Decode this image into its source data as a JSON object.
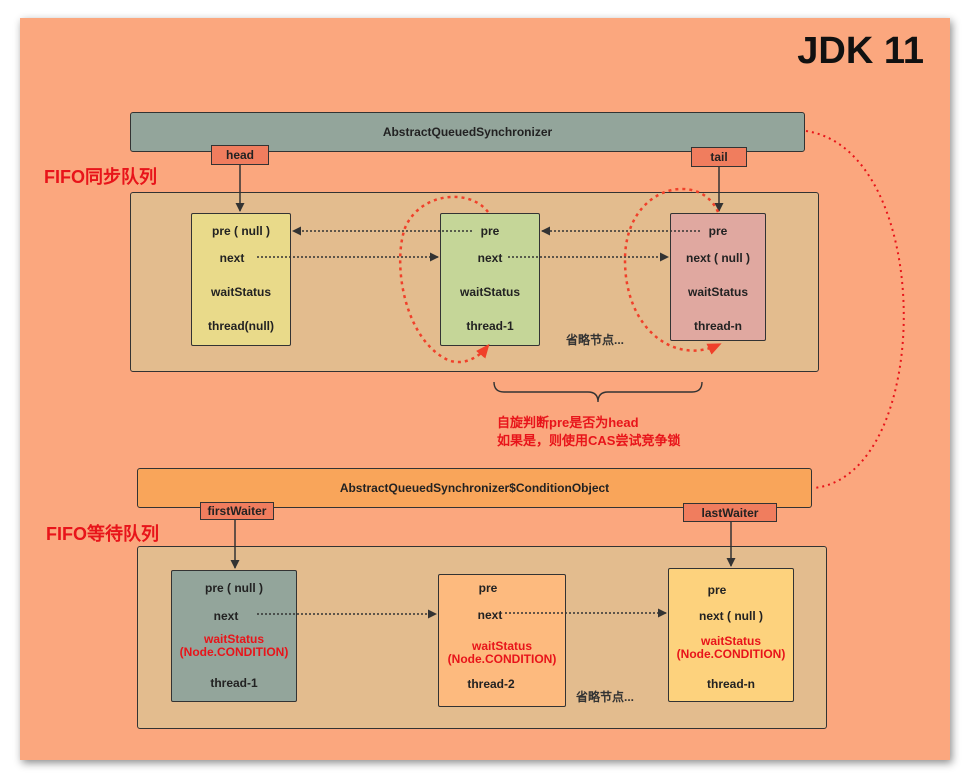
{
  "title": "JDK 11",
  "aqs": {
    "label": "AbstractQueuedSynchronizer",
    "head": "head",
    "tail": "tail",
    "queue_label": "FIFO同步队列",
    "nodes": [
      {
        "pre": "pre ( null )",
        "next": "next",
        "waitStatus": "waitStatus",
        "thread": "thread(null)",
        "color": "#E9DA8A"
      },
      {
        "pre": "pre",
        "next": "next",
        "waitStatus": "waitStatus",
        "thread": "thread-1",
        "color": "#C5D698"
      },
      {
        "pre": "pre",
        "next": "next ( null )",
        "waitStatus": "waitStatus",
        "thread": "thread-n",
        "color": "#E0A8A0"
      }
    ],
    "omitted": "省略节点...",
    "spin_note": [
      "自旋判断pre是否为head",
      "如果是，则使用CAS尝试竞争锁"
    ]
  },
  "condition": {
    "label": "AbstractQueuedSynchronizer$ConditionObject",
    "first": "firstWaiter",
    "last": "lastWaiter",
    "queue_label": "FIFO等待队列",
    "nodes": [
      {
        "pre": "pre ( null )",
        "next": "next",
        "waitStatus": "waitStatus",
        "condition": "(Node.CONDITION)",
        "thread": "thread-1",
        "color": "#93A59B"
      },
      {
        "pre": "pre",
        "next": "next",
        "waitStatus": "waitStatus",
        "condition": "(Node.CONDITION)",
        "thread": "thread-2",
        "color": "#FDBA7E"
      },
      {
        "pre": "pre",
        "next": "next ( null )",
        "waitStatus": "waitStatus",
        "condition": "(Node.CONDITION)",
        "thread": "thread-n",
        "color": "#FDD27D"
      }
    ],
    "omitted": "省略节点..."
  },
  "colors": {
    "canvas": "#FBA77E",
    "aqs_bar": "#93A59B",
    "cond_bar": "#F9A55A",
    "panel": "#E3BC8E",
    "tag": "#F07D5E",
    "accent_red": "#E8141A"
  }
}
